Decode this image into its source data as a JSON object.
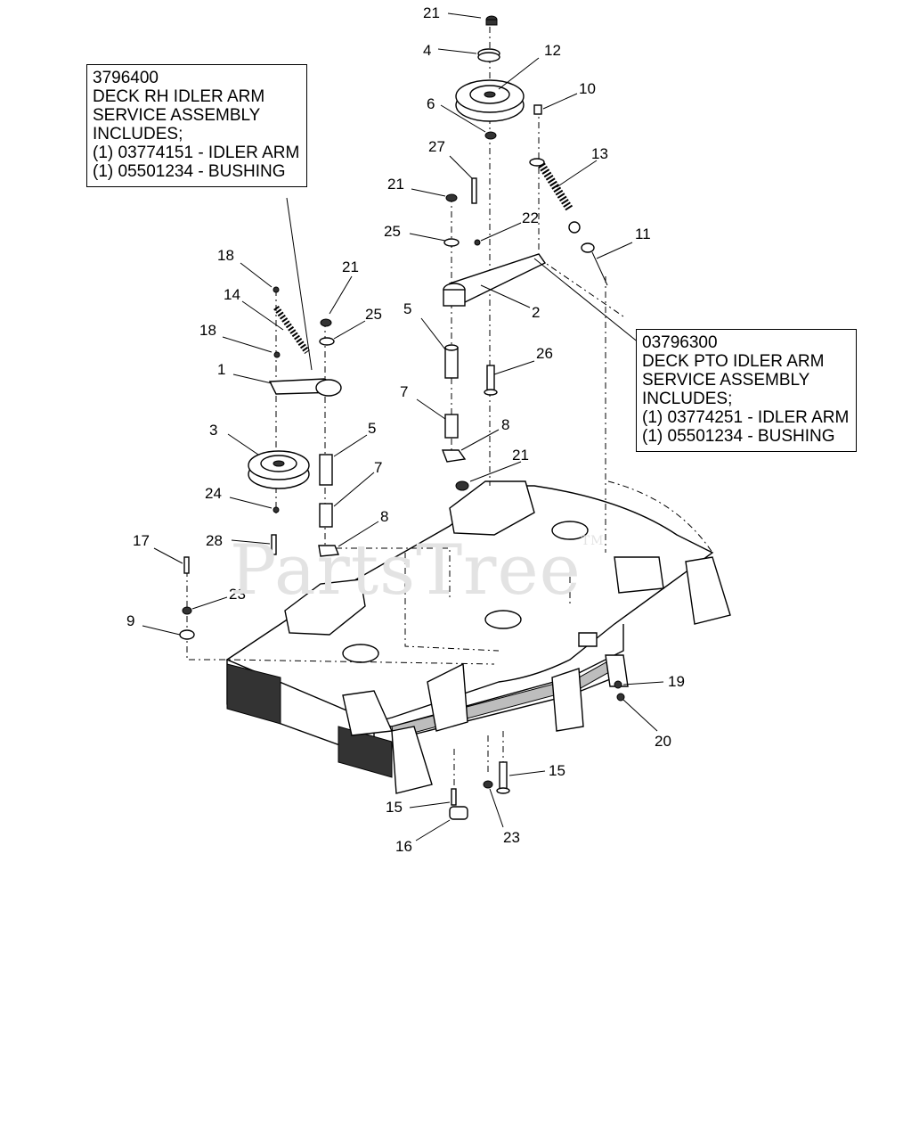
{
  "watermark": {
    "text": "PartsTree",
    "mark": "TM"
  },
  "callouts": {
    "rh_idler": {
      "lines": [
        "3796400",
        "DECK RH IDLER ARM",
        "SERVICE ASSEMBLY",
        "INCLUDES;",
        "(1) 03774151 - IDLER ARM",
        "(1) 05501234 - BUSHING"
      ]
    },
    "pto_idler": {
      "lines": [
        "03796300",
        "DECK PTO IDLER ARM",
        "SERVICE ASSEMBLY",
        "INCLUDES;",
        "(1) 03774251 - IDLER ARM",
        "(1) 05501234 - BUSHING"
      ]
    }
  },
  "part_labels": [
    {
      "id": "p21a",
      "text": "21"
    },
    {
      "id": "p4",
      "text": "4"
    },
    {
      "id": "p12",
      "text": "12"
    },
    {
      "id": "p10",
      "text": "10"
    },
    {
      "id": "p6",
      "text": "6"
    },
    {
      "id": "p27",
      "text": "27"
    },
    {
      "id": "p13",
      "text": "13"
    },
    {
      "id": "p21b",
      "text": "21"
    },
    {
      "id": "p25a",
      "text": "25"
    },
    {
      "id": "p22",
      "text": "22"
    },
    {
      "id": "p11",
      "text": "11"
    },
    {
      "id": "p18a",
      "text": "18"
    },
    {
      "id": "p21c",
      "text": "21"
    },
    {
      "id": "p14",
      "text": "14"
    },
    {
      "id": "p25b",
      "text": "25"
    },
    {
      "id": "p2",
      "text": "2"
    },
    {
      "id": "p5a",
      "text": "5"
    },
    {
      "id": "p18b",
      "text": "18"
    },
    {
      "id": "p26",
      "text": "26"
    },
    {
      "id": "p1",
      "text": "1"
    },
    {
      "id": "p7a",
      "text": "7"
    },
    {
      "id": "p3",
      "text": "3"
    },
    {
      "id": "p5b",
      "text": "5"
    },
    {
      "id": "p8a",
      "text": "8"
    },
    {
      "id": "p21d",
      "text": "21"
    },
    {
      "id": "p7b",
      "text": "7"
    },
    {
      "id": "p24",
      "text": "24"
    },
    {
      "id": "p8b",
      "text": "8"
    },
    {
      "id": "p17",
      "text": "17"
    },
    {
      "id": "p28",
      "text": "28"
    },
    {
      "id": "p23a",
      "text": "23"
    },
    {
      "id": "p9",
      "text": "9"
    },
    {
      "id": "p19",
      "text": "19"
    },
    {
      "id": "p20",
      "text": "20"
    },
    {
      "id": "p15a",
      "text": "15"
    },
    {
      "id": "p15b",
      "text": "15"
    },
    {
      "id": "p23b",
      "text": "23"
    },
    {
      "id": "p16",
      "text": "16"
    }
  ]
}
